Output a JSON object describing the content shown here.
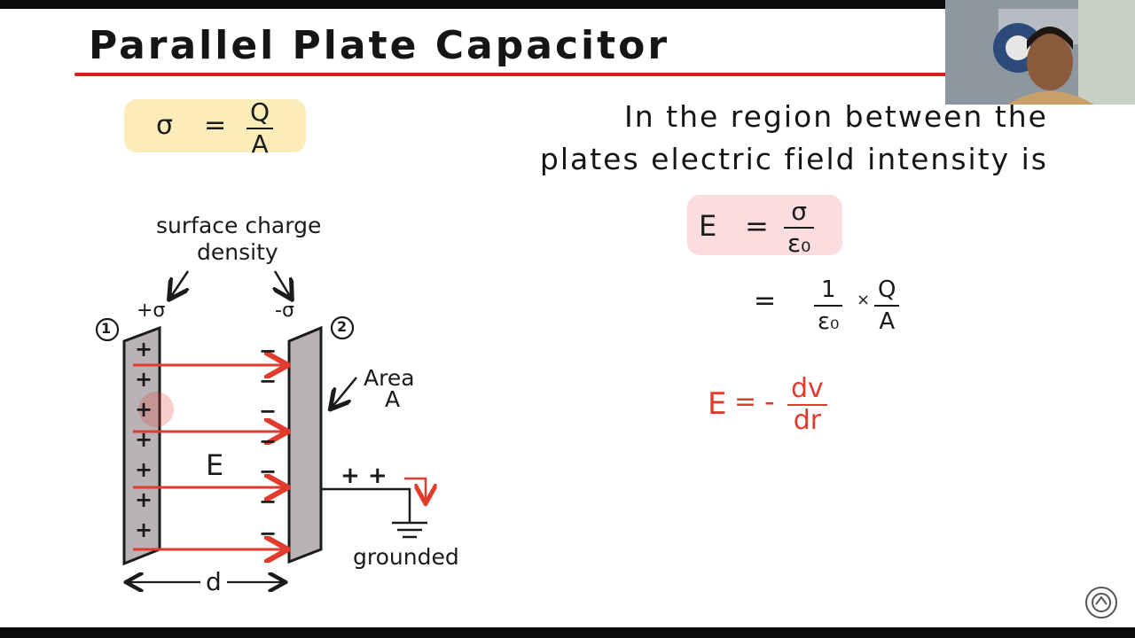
{
  "title": "Parallel Plate Capacitor",
  "sigma_def": {
    "lhs": "σ",
    "eq": "=",
    "num": "Q",
    "den": "A"
  },
  "statement": {
    "line1": "In the region between the",
    "line2": "plates electric field intensity is"
  },
  "field_eq": {
    "lhs": "E",
    "eq": "=",
    "num": "σ",
    "den": "ε₀"
  },
  "field_eq2": {
    "eq": "=",
    "n1": "1",
    "d1": "ε₀",
    "times": "×",
    "n2": "Q",
    "d2": "A"
  },
  "potential_eq": {
    "lhs": "E",
    "eq": "=",
    "minus": "-",
    "num": "dv",
    "den": "dr"
  },
  "diagram": {
    "surface_label_1": "surface charge",
    "surface_label_2": "density",
    "plus_sigma": "+σ",
    "minus_sigma": "-σ",
    "plate1": "1",
    "plate2": "2",
    "area_1": "Area",
    "area_2": "A",
    "field": "E",
    "distance": "d",
    "grounded": "grounded",
    "plus_sign": "+",
    "minus_sign": "−",
    "ground_charges": "+ +"
  },
  "colors": {
    "accent_red": "#e23b2e",
    "title_underline": "#d81e1e",
    "highlight_yellow": "#fbeab3",
    "highlight_pink": "#fbd9dc",
    "plate_fill": "#b9b3b7"
  },
  "icons": {
    "watermark": "logo-badge-icon",
    "webcam": "presenter-webcam-icon"
  }
}
